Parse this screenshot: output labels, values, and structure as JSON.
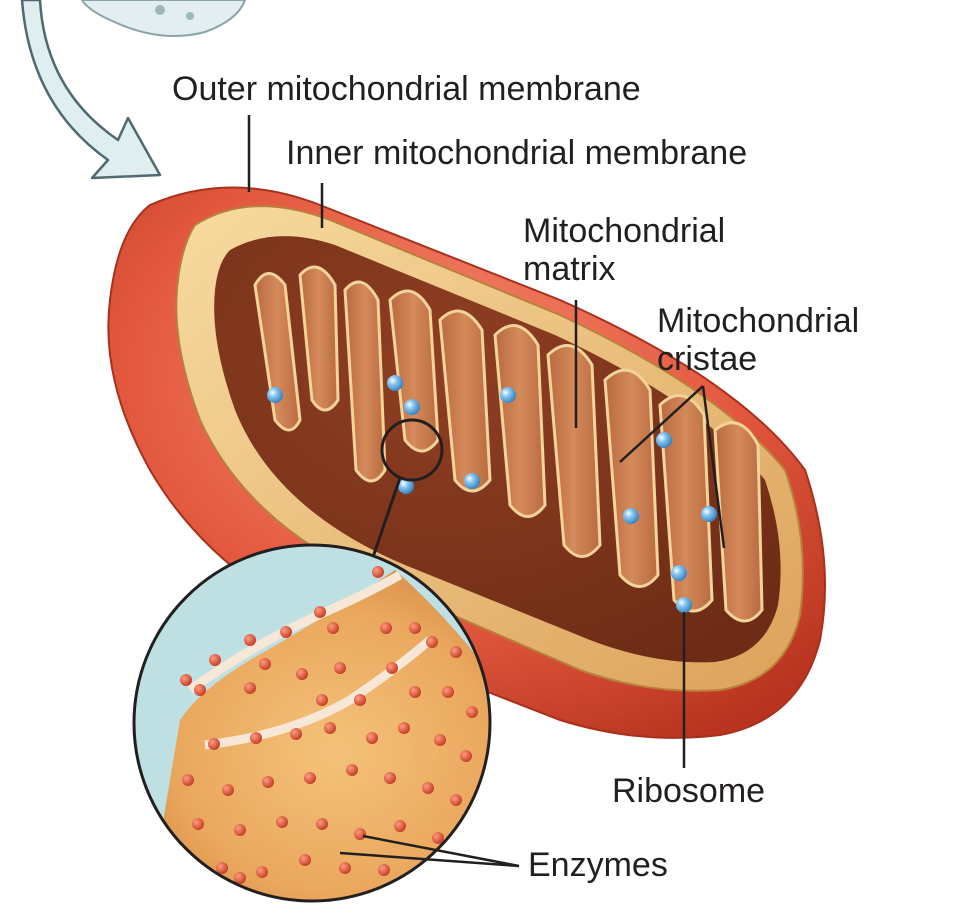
{
  "labels": {
    "outer_membrane": "Outer mitochondrial membrane",
    "inner_membrane": "Inner mitochondrial membrane",
    "matrix_line1": "Mitochondrial",
    "matrix_line2": "matrix",
    "cristae_line1": "Mitochondrial",
    "cristae_line2": "cristae",
    "ribosome": "Ribosome",
    "enzymes": "Enzymes"
  },
  "colors": {
    "outer_membrane": "#e2563f",
    "inner_membrane": "#f0c878",
    "matrix": "#9a4a2c",
    "cristae_fill": "#c77a4e",
    "ribosome": "#5aa6de",
    "enzyme": "#d94a30",
    "arrow": "#dfeff0",
    "label_text": "#231f20",
    "leader_line": "#231f20"
  }
}
